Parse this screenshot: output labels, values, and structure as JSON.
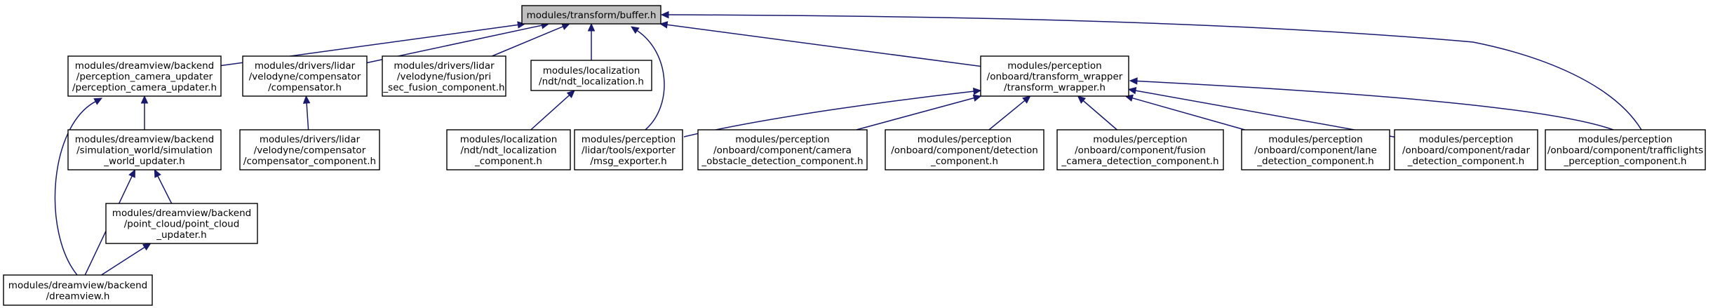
{
  "graph": {
    "title": "modules/transform/buffer.h",
    "nodes": [
      {
        "id": "buffer",
        "lines": [
          "modules/transform/buffer.h"
        ],
        "highlighted": true
      },
      {
        "id": "perception_camera_updater",
        "lines": [
          "modules/dreamview/backend",
          "/perception_camera_updater",
          "/perception_camera_updater.h"
        ]
      },
      {
        "id": "compensator",
        "lines": [
          "modules/drivers/lidar",
          "/velodyne/compensator",
          "/compensator.h"
        ]
      },
      {
        "id": "pri_sec_fusion",
        "lines": [
          "modules/drivers/lidar",
          "/velodyne/fusion/pri",
          "_sec_fusion_component.h"
        ]
      },
      {
        "id": "ndt_localization",
        "lines": [
          "modules/localization",
          "/ndt/ndt_localization.h"
        ]
      },
      {
        "id": "transform_wrapper",
        "lines": [
          "modules/perception",
          "/onboard/transform_wrapper",
          "/transform_wrapper.h"
        ]
      },
      {
        "id": "simulation_world_updater",
        "lines": [
          "modules/dreamview/backend",
          "/simulation_world/simulation",
          "_world_updater.h"
        ]
      },
      {
        "id": "compensator_component",
        "lines": [
          "modules/drivers/lidar",
          "/velodyne/compensator",
          "/compensator_component.h"
        ]
      },
      {
        "id": "ndt_localization_component",
        "lines": [
          "modules/localization",
          "/ndt/ndt_localization",
          "_component.h"
        ]
      },
      {
        "id": "msg_exporter",
        "lines": [
          "modules/perception",
          "/lidar/tools/exporter",
          "/msg_exporter.h"
        ]
      },
      {
        "id": "camera_obstacle",
        "lines": [
          "modules/perception",
          "/onboard/component/camera",
          "_obstacle_detection_component.h"
        ]
      },
      {
        "id": "detection_component",
        "lines": [
          "modules/perception",
          "/onboard/component/detection",
          "_component.h"
        ]
      },
      {
        "id": "fusion_camera",
        "lines": [
          "modules/perception",
          "/onboard/component/fusion",
          "_camera_detection_component.h"
        ]
      },
      {
        "id": "lane_detection",
        "lines": [
          "modules/perception",
          "/onboard/component/lane",
          "_detection_component.h"
        ]
      },
      {
        "id": "radar_detection",
        "lines": [
          "modules/perception",
          "/onboard/component/radar",
          "_detection_component.h"
        ]
      },
      {
        "id": "trafficlights",
        "lines": [
          "modules/perception",
          "/onboard/component/trafficlights",
          "_perception_component.h"
        ]
      },
      {
        "id": "point_cloud_updater",
        "lines": [
          "modules/dreamview/backend",
          "/point_cloud/point_cloud",
          "_updater.h"
        ]
      },
      {
        "id": "dreamview",
        "lines": [
          "modules/dreamview/backend",
          "/dreamview.h"
        ]
      }
    ],
    "edges": [
      {
        "from": "perception_camera_updater",
        "to": "buffer"
      },
      {
        "from": "compensator",
        "to": "buffer"
      },
      {
        "from": "pri_sec_fusion",
        "to": "buffer"
      },
      {
        "from": "ndt_localization",
        "to": "buffer"
      },
      {
        "from": "msg_exporter",
        "to": "buffer"
      },
      {
        "from": "transform_wrapper",
        "to": "buffer"
      },
      {
        "from": "trafficlights",
        "to": "buffer"
      },
      {
        "from": "simulation_world_updater",
        "to": "perception_camera_updater"
      },
      {
        "from": "dreamview",
        "to": "perception_camera_updater"
      },
      {
        "from": "compensator_component",
        "to": "compensator"
      },
      {
        "from": "ndt_localization_component",
        "to": "ndt_localization"
      },
      {
        "from": "msg_exporter",
        "to": "transform_wrapper"
      },
      {
        "from": "camera_obstacle",
        "to": "transform_wrapper"
      },
      {
        "from": "detection_component",
        "to": "transform_wrapper"
      },
      {
        "from": "fusion_camera",
        "to": "transform_wrapper"
      },
      {
        "from": "lane_detection",
        "to": "transform_wrapper"
      },
      {
        "from": "radar_detection",
        "to": "transform_wrapper"
      },
      {
        "from": "trafficlights",
        "to": "transform_wrapper"
      },
      {
        "from": "point_cloud_updater",
        "to": "simulation_world_updater"
      },
      {
        "from": "dreamview",
        "to": "simulation_world_updater"
      },
      {
        "from": "dreamview",
        "to": "point_cloud_updater"
      }
    ],
    "colors": {
      "edge": "#191970",
      "node_border": "#000000",
      "node_fill": "#ffffff",
      "highlight_fill": "#bfbfbf"
    }
  }
}
